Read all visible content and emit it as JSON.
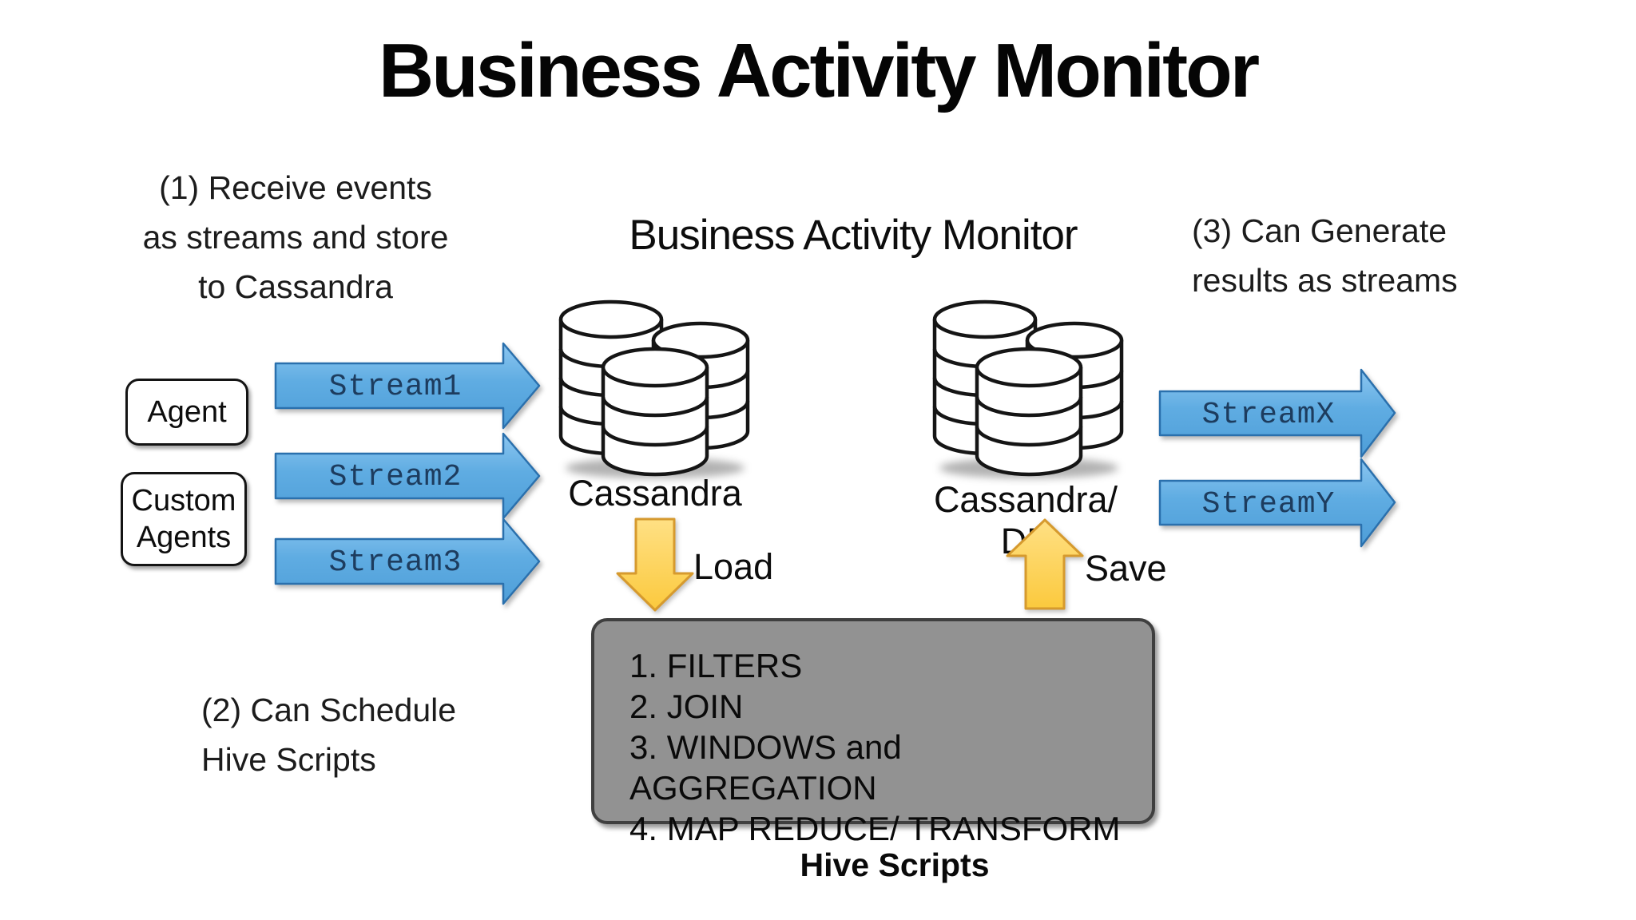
{
  "title": "Business Activity Monitor",
  "annotations": {
    "step1": {
      "line1": "(1) Receive events",
      "line2": "as streams and store",
      "line3": "to Cassandra"
    },
    "step2": {
      "line1": "(2) Can Schedule",
      "line2": "Hive Scripts"
    },
    "step3": {
      "line1": "(3) Can Generate",
      "line2": "results as streams"
    }
  },
  "diagram": {
    "center_heading": "Business Activity Monitor",
    "agents": {
      "agent_label": "Agent",
      "custom_agents_line1": "Custom",
      "custom_agents_line2": "Agents"
    },
    "input_streams": [
      "Stream1",
      "Stream2",
      "Stream3"
    ],
    "output_streams": [
      "StreamX",
      "StreamY"
    ],
    "databases": {
      "left_label": "Cassandra",
      "right_label": "Cassandra/ DB"
    },
    "flows": {
      "load_label": "Load",
      "save_label": "Save"
    },
    "hive_box": {
      "item1": "1. FILTERS",
      "item2": "2. JOIN",
      "item3": "3. WINDOWS and AGGREGATION",
      "item4": "4. MAP REDUCE/ TRANSFORM",
      "caption": "Hive Scripts"
    },
    "colors": {
      "stream_arrow_fill_top": "#8CC6F0",
      "stream_arrow_fill_bottom": "#4E9ED8",
      "stream_arrow_border": "#2A70AD",
      "stream_text": "#1D3C5E",
      "flow_arrow_fill_top": "#FFE084",
      "flow_arrow_fill_bottom": "#FBC93D",
      "flow_arrow_border": "#D69A2E",
      "hive_box_fill": "#929292",
      "db_fill": "#FFFFFF",
      "db_stroke": "#151515"
    }
  }
}
